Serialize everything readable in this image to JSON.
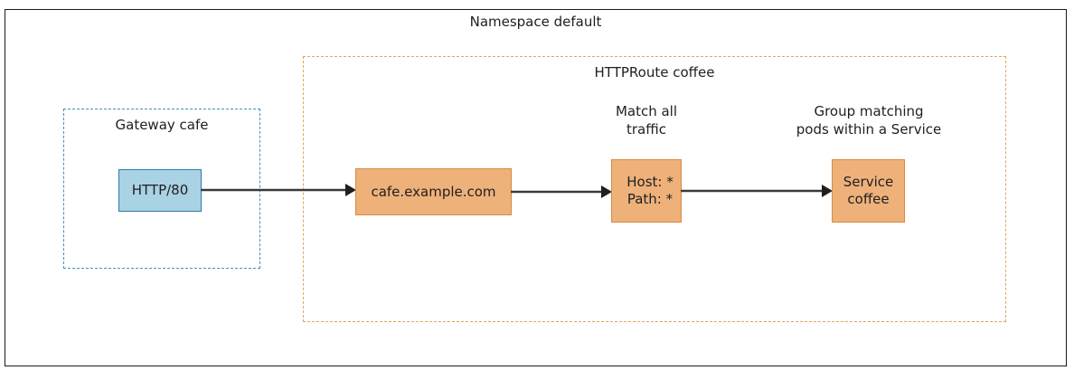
{
  "diagram": {
    "namespace": {
      "title": "Namespace default",
      "border_color": "#1a1a1a"
    },
    "httproute": {
      "title": "HTTPRoute coffee",
      "border_color": "#e8a35c",
      "border_style": "dashed"
    },
    "gateway": {
      "title": "Gateway cafe",
      "border_color": "#3d92c4",
      "border_style": "dashed"
    },
    "nodes": {
      "listener": {
        "label": "HTTP/80",
        "fill": "#a9d2e4",
        "stroke": "#2e7ca8"
      },
      "hostname": {
        "label": "cafe.example.com",
        "fill": "#eeb17a",
        "stroke": "#d98a3f"
      },
      "match": {
        "line1": "Host: *",
        "line2": "Path: *",
        "fill": "#eeb17a",
        "stroke": "#d98a3f"
      },
      "service": {
        "line1": "Service",
        "line2": "coffee",
        "fill": "#eeb17a",
        "stroke": "#d98a3f"
      }
    },
    "captions": {
      "match": {
        "line1": "Match all",
        "line2": "traffic"
      },
      "service": {
        "line1": "Group matching",
        "line2": "pods within a Service"
      }
    },
    "arrows": {
      "color": "#3a3a3a",
      "listener_to_hostname": "HTTP/80 to cafe.example.com",
      "hostname_to_match": "cafe.example.com to Host/Path match",
      "match_to_service": "Host/Path match to Service coffee"
    }
  }
}
